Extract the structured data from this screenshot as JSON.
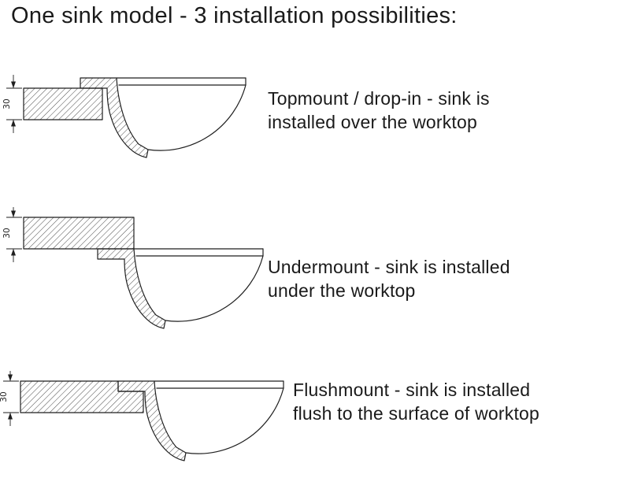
{
  "title": "One sink model - 3 installation possibilities:",
  "rows": [
    {
      "id": "topmount",
      "dimension": "30",
      "caption_lines": [
        "Topmount / drop-in - sink is",
        "installed over the worktop"
      ]
    },
    {
      "id": "undermount",
      "dimension": "30",
      "caption_lines": [
        "Undermount - sink is installed",
        "under the worktop"
      ]
    },
    {
      "id": "flushmount",
      "dimension": "30",
      "caption_lines": [
        "Flushmount - sink is installed",
        "flush to the surface of worktop"
      ]
    }
  ],
  "colors": {
    "ink": "#1f1f1f",
    "background": "#ffffff"
  }
}
